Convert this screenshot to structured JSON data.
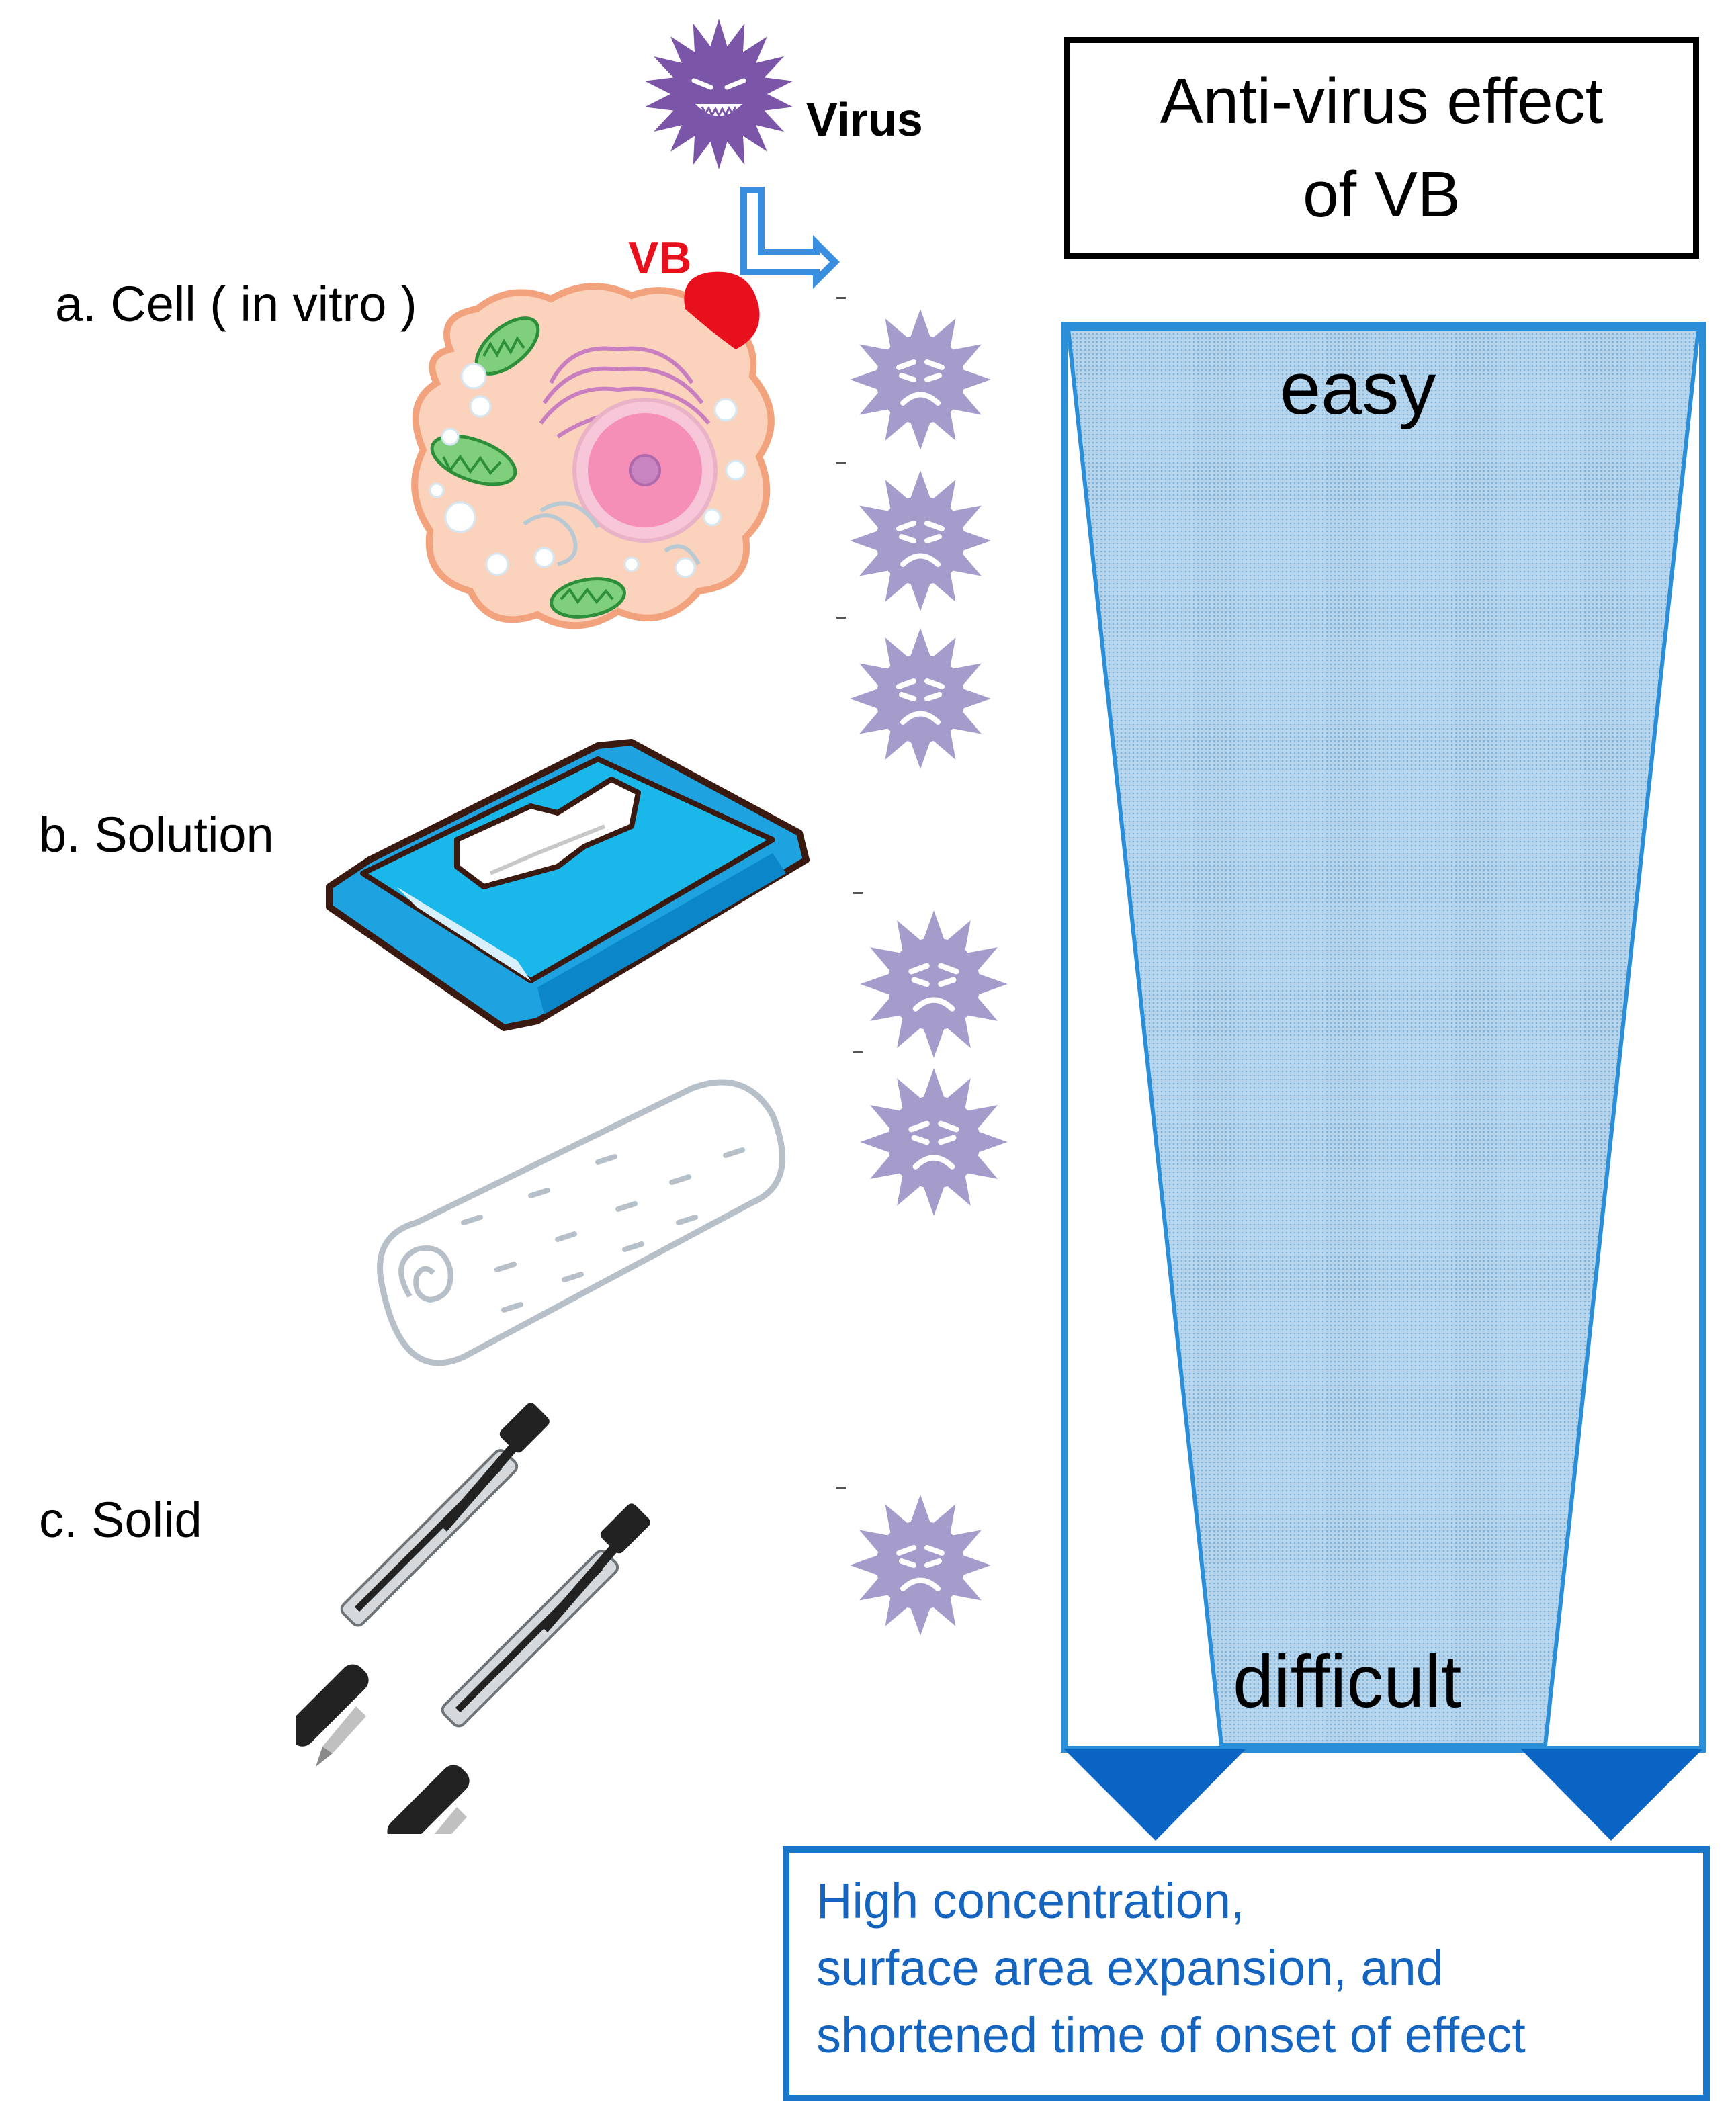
{
  "labels": {
    "cell": "a. Cell ( in vitro )",
    "solution": "b. Solution",
    "solid": "c. Solid",
    "virus": "Virus",
    "vb": "VB"
  },
  "title": {
    "line1": "Anti-virus effect",
    "line2": "of VB"
  },
  "gradient": {
    "top_label": "easy",
    "bottom_label": "difficult"
  },
  "note": {
    "lines": [
      "High concentration,",
      "surface area expansion, and",
      "shortened time of onset of effect"
    ]
  },
  "colors": {
    "virus_happy": "#7b55a8",
    "virus_sad": "#a59ccc",
    "vb_red": "#e8101c",
    "arrow_blue": "#3a8ee0",
    "gradient_fill": "#a9cbe6",
    "gradient_border": "#2a8ed8",
    "pointer_blue": "#0a64c4",
    "note_text": "#1565c0"
  }
}
